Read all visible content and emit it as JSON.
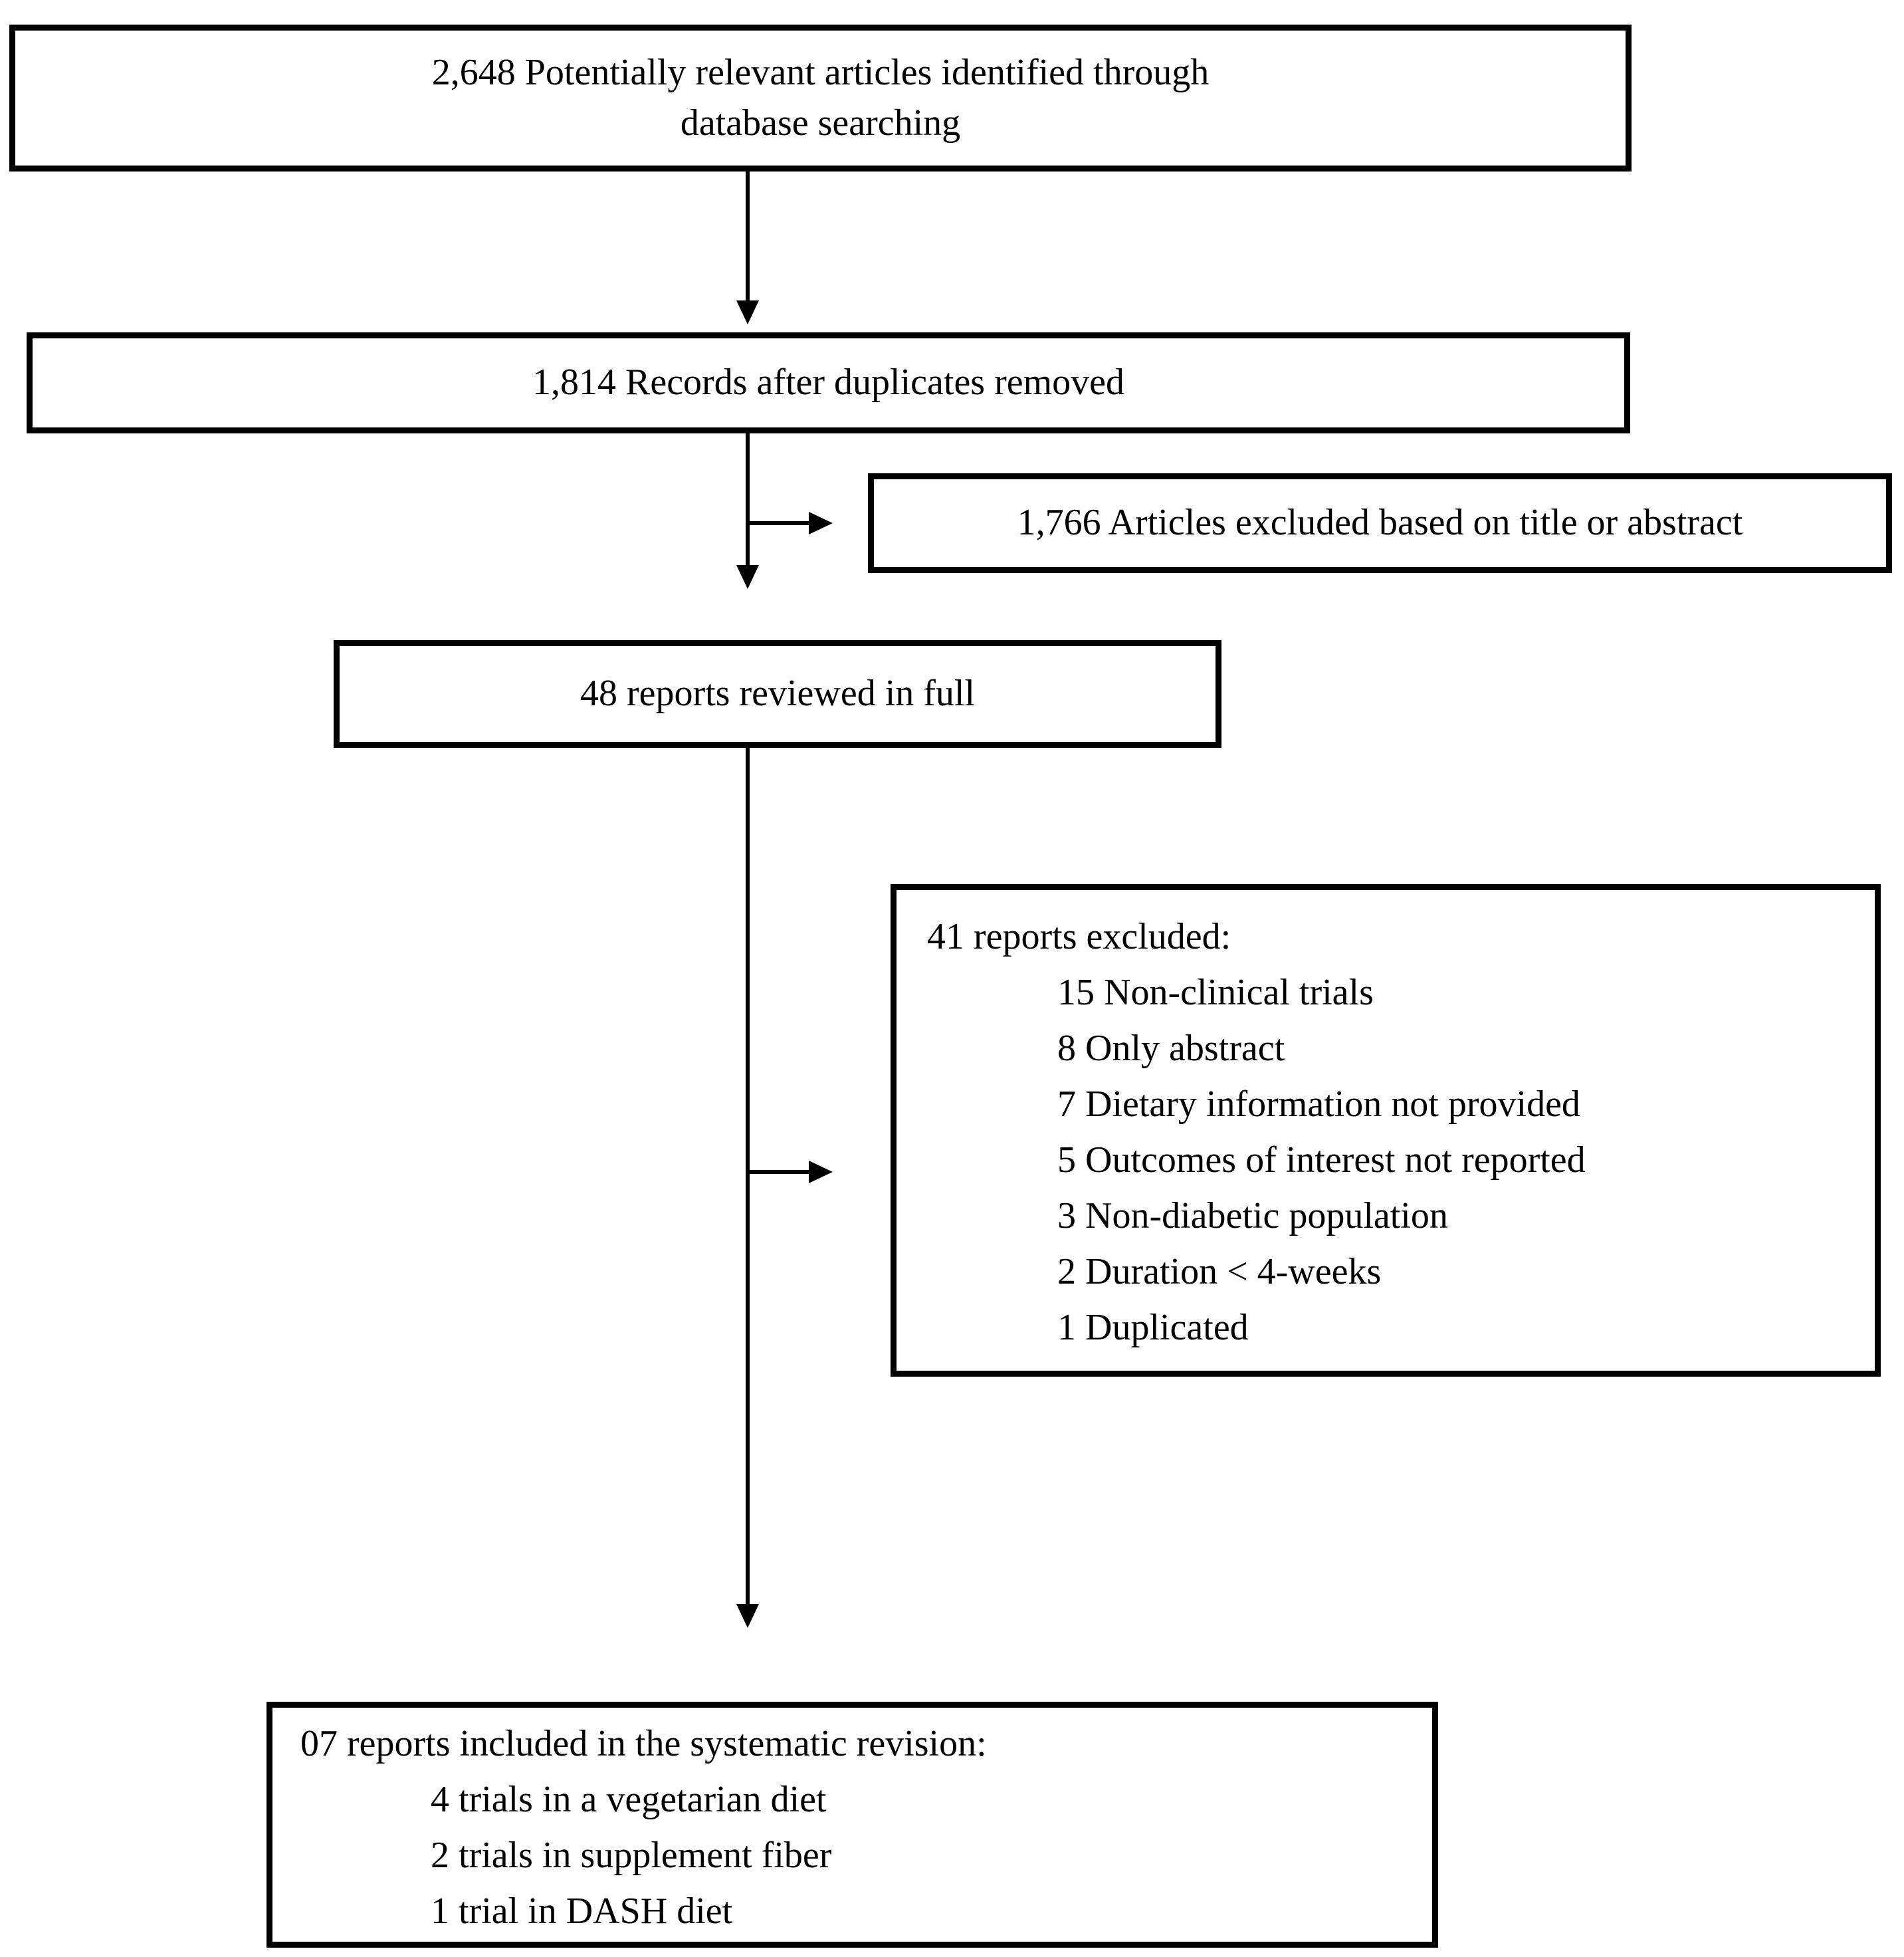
{
  "diagram": {
    "type": "prisma-flowchart",
    "colors": {
      "line": "#000000",
      "background": "#ffffff",
      "box_background": "#ffffff"
    },
    "boxes": {
      "identified": {
        "text": "2,648 Potentially relevant articles identified through\ndatabase searching"
      },
      "deduplicated": {
        "text": "1,814 Records after duplicates removed"
      },
      "excluded_screening": {
        "text": "1,766 Articles excluded based on title or abstract"
      },
      "full_review": {
        "text": "48 reports reviewed in full"
      },
      "excluded_full_text": {
        "heading": "41 reports excluded:",
        "items": [
          "15 Non-clinical trials",
          "8 Only abstract",
          "7 Dietary information not provided",
          "5 Outcomes of interest not reported",
          "3 Non-diabetic population",
          "2 Duration < 4-weeks",
          "1 Duplicated"
        ]
      },
      "included": {
        "heading": "07 reports included in the systematic revision:",
        "items": [
          "4 trials in a vegetarian diet",
          "2 trials in supplement fiber",
          "1 trial in DASH diet"
        ]
      }
    }
  }
}
